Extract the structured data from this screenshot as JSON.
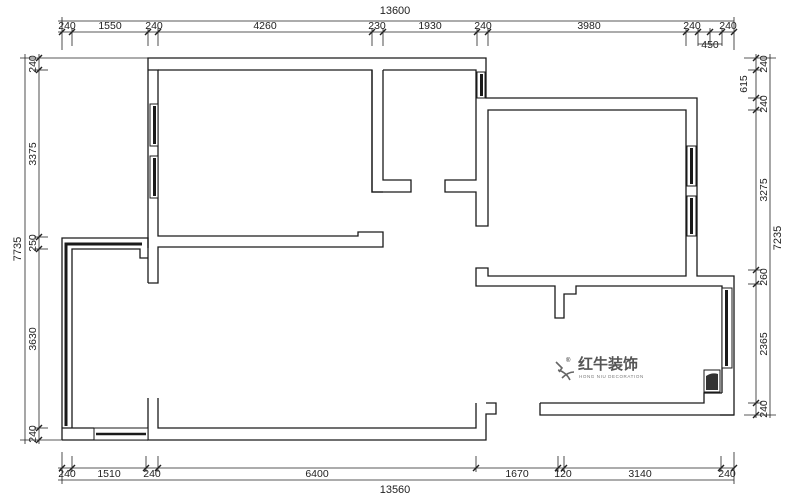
{
  "plan": {
    "top_total": "13600",
    "top_segments": [
      "240",
      "1550",
      "240",
      "4260",
      "230",
      "1930",
      "240",
      "3980",
      "240",
      "240"
    ],
    "top_sub": "450",
    "bottom_total": "13560",
    "bottom_segments": [
      "240",
      "1510",
      "240",
      "6400",
      "1670",
      "120",
      "3140",
      "240"
    ],
    "left_total": "7735",
    "left_segments": [
      "240",
      "3375",
      "250",
      "3630",
      "240"
    ],
    "right_total": "7235",
    "right_segments": [
      "240",
      "615",
      "240",
      "3275",
      "260",
      "2365",
      "240"
    ]
  },
  "logo": {
    "name": "红牛装饰",
    "subtitle": "HONG NIU DECORATION",
    "mark": "®"
  }
}
